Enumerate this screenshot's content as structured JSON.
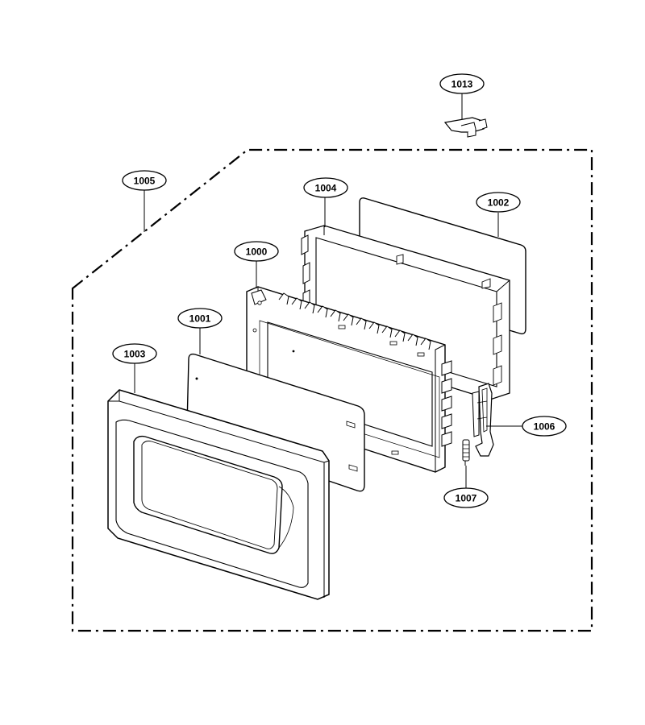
{
  "diagram": {
    "callouts": {
      "c1013": "1013",
      "c1005": "1005",
      "c1004": "1004",
      "c1002": "1002",
      "c1000": "1000",
      "c1001": "1001",
      "c1003": "1003",
      "c1006": "1006",
      "c1007": "1007"
    }
  }
}
